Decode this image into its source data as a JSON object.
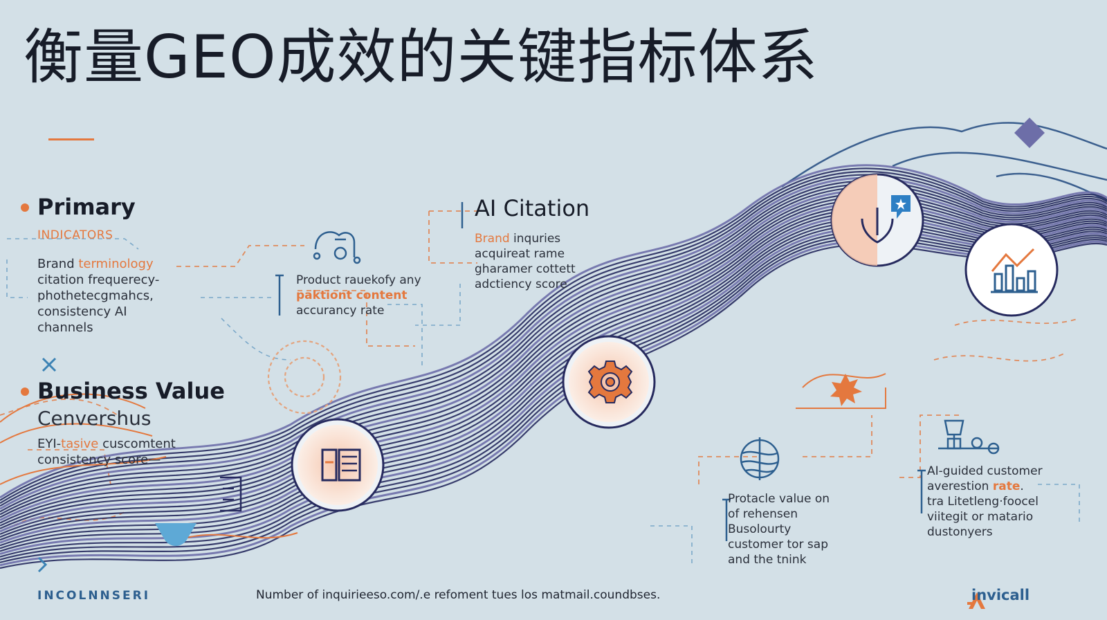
{
  "title": "衡量GEO成效的关键指标体系",
  "primary": {
    "heading": "Primary",
    "subheading": "INDICATORS",
    "line1_a": "Brand ",
    "line1_b": "terminology",
    "line2": "citation frequerecy-",
    "line3": "phothetecgmahcs,",
    "line4": "consistency AI",
    "line5": "channels"
  },
  "business": {
    "heading": "Business Value",
    "subheading": "Cenvershus",
    "line1_a": "EYI-",
    "line1_b": "tasive",
    "line1_c": " cuscomtent",
    "line2": "consistency score—"
  },
  "product": {
    "line1": "Product rauekofy any",
    "line2": "paktiont content",
    "line3": "accurancy rate"
  },
  "ai_citation": {
    "heading": "AI Citation",
    "line1_a": "Brand",
    "line1_b": " inquries",
    "line2": "acquireat rame",
    "line3": "gharamer cottett",
    "line4": "adctiency score"
  },
  "protocol": {
    "line1": "Protacle value on",
    "line2": "of rehensen",
    "line3": "Busolourty",
    "line4": "customer tor sap",
    "line5": "and the tnink"
  },
  "ai_guided": {
    "line1": "AI-guided customer",
    "line2_a": "averestion ",
    "line2_b": "rate",
    "line2_c": ".",
    "line3": "tra Litetleng·foocel",
    "line4": "viitegit or matario",
    "line5": "dustonyers"
  },
  "footer": {
    "left": "INCOLNNSERI",
    "center": "Number of inquirieeso.com/.e refoment tues los matmail.coundbses.",
    "brand": "invicall"
  },
  "colors": {
    "background": "#d3e0e7",
    "navy": "#262a5e",
    "purple": "#6d6ea8",
    "orange": "#e4783e",
    "blue": "#2d5f8f"
  },
  "icons": {
    "document": "document-icon",
    "gear": "gear-icon",
    "shield": "shield-icon",
    "chart": "bar-chart-icon",
    "globe": "globe-icon",
    "robot": "robot-icon",
    "lab": "lab-equipment-icon",
    "burst": "starburst-icon",
    "sparkle": "sparkle-icon",
    "cross": "cross-icon",
    "arrow": "arrow-icon",
    "shape": "diamond-shape-icon",
    "logo": "brand-logo-icon"
  }
}
